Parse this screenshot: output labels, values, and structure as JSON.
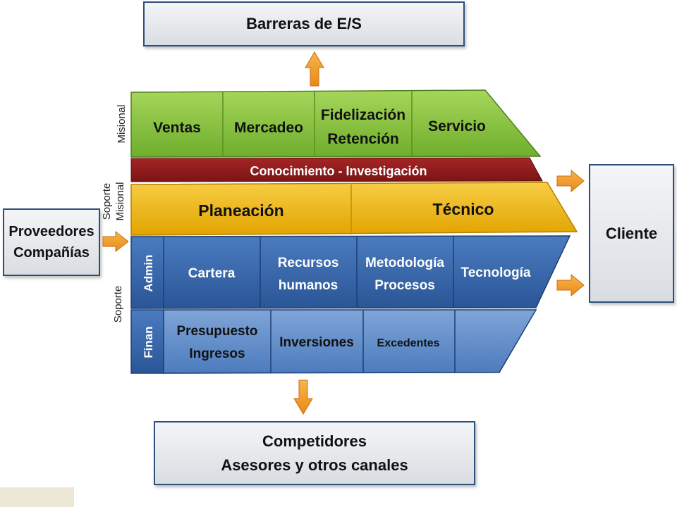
{
  "barreras": "Barreras de E/S",
  "competidores": {
    "line1": "Competidores",
    "line2": "Asesores y otros canales"
  },
  "proveedores": {
    "line1": "Proveedores",
    "line2": "Compañías"
  },
  "cliente": "Cliente",
  "side_labels": {
    "misional": "Misional",
    "soporte_misional_1": "Soporte",
    "soporte_misional_2": "Misional",
    "soporte": "Soporte"
  },
  "green_row": {
    "ventas": "Ventas",
    "mercadeo": "Mercadeo",
    "fidelizacion_1": "Fidelización",
    "fidelizacion_2": "Retención",
    "servicio": "Servicio"
  },
  "red_row": "Conocimiento - Investigación",
  "yellow_row": {
    "planeacion": "Planeación",
    "tecnico": "Técnico"
  },
  "admin_row": {
    "label": "Admin",
    "cartera": "Cartera",
    "recursos_1": "Recursos",
    "recursos_2": "humanos",
    "metodologia_1": "Metodología",
    "metodologia_2": "Procesos",
    "tecnologia": "Tecnología"
  },
  "finan_row": {
    "label": "Finan",
    "presupuesto_1": "Presupuesto",
    "presupuesto_2": "Ingresos",
    "inversiones": "Inversiones",
    "excedentes": "Excedentes"
  },
  "colors": {
    "green": "#8cc63f",
    "red": "#8e1b1b",
    "yellow": "#f0b400",
    "blue": "#2e5aa0",
    "arrow": "#f5a030"
  }
}
